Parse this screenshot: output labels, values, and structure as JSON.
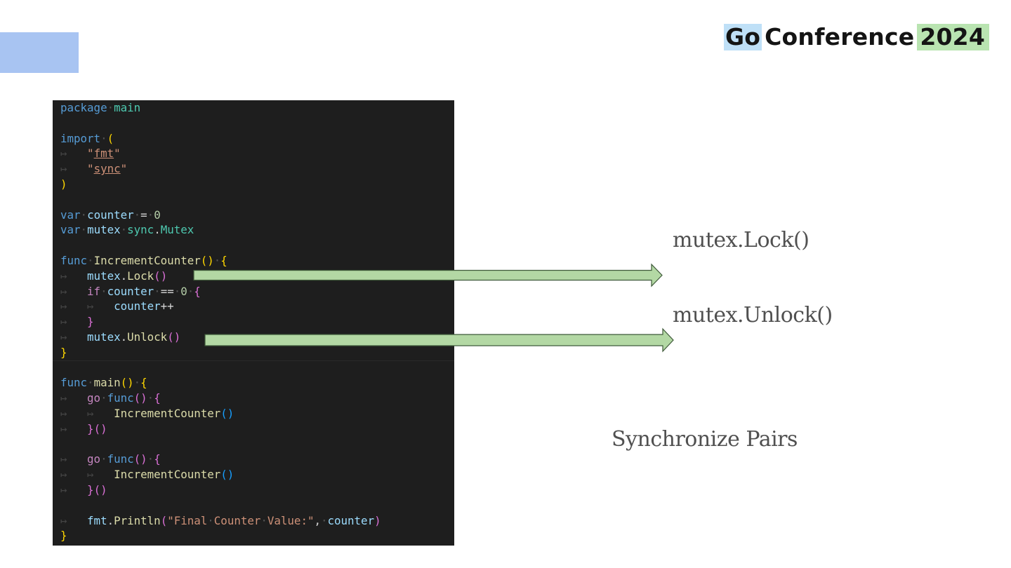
{
  "brand": {
    "word1": "Go",
    "word2": "Conference",
    "word3": "2024"
  },
  "code": {
    "language": "go",
    "lines": [
      "package main",
      "",
      "import (",
      "    \"fmt\"",
      "    \"sync\"",
      ")",
      "",
      "var counter = 0",
      "var mutex sync.Mutex",
      "",
      "func IncrementCounter() {",
      "    mutex.Lock()",
      "    if counter == 0 {",
      "        counter++",
      "    }",
      "    mutex.Unlock()",
      "}",
      "",
      "func main() {",
      "    go func() {",
      "        IncrementCounter()",
      "    }()",
      "",
      "    go func() {",
      "        IncrementCounter()",
      "    }()",
      "",
      "    fmt.Println(\"Final Counter Value:\", counter)",
      "}"
    ]
  },
  "annotations": {
    "lock_label": "mutex.Lock()",
    "unlock_label": "mutex.Unlock()",
    "summary": "Synchronize Pairs"
  },
  "colors": {
    "accent_block": "#a8c4f2",
    "arrow_fill": "#b3d8a4",
    "code_background": "#1e1e1e"
  }
}
